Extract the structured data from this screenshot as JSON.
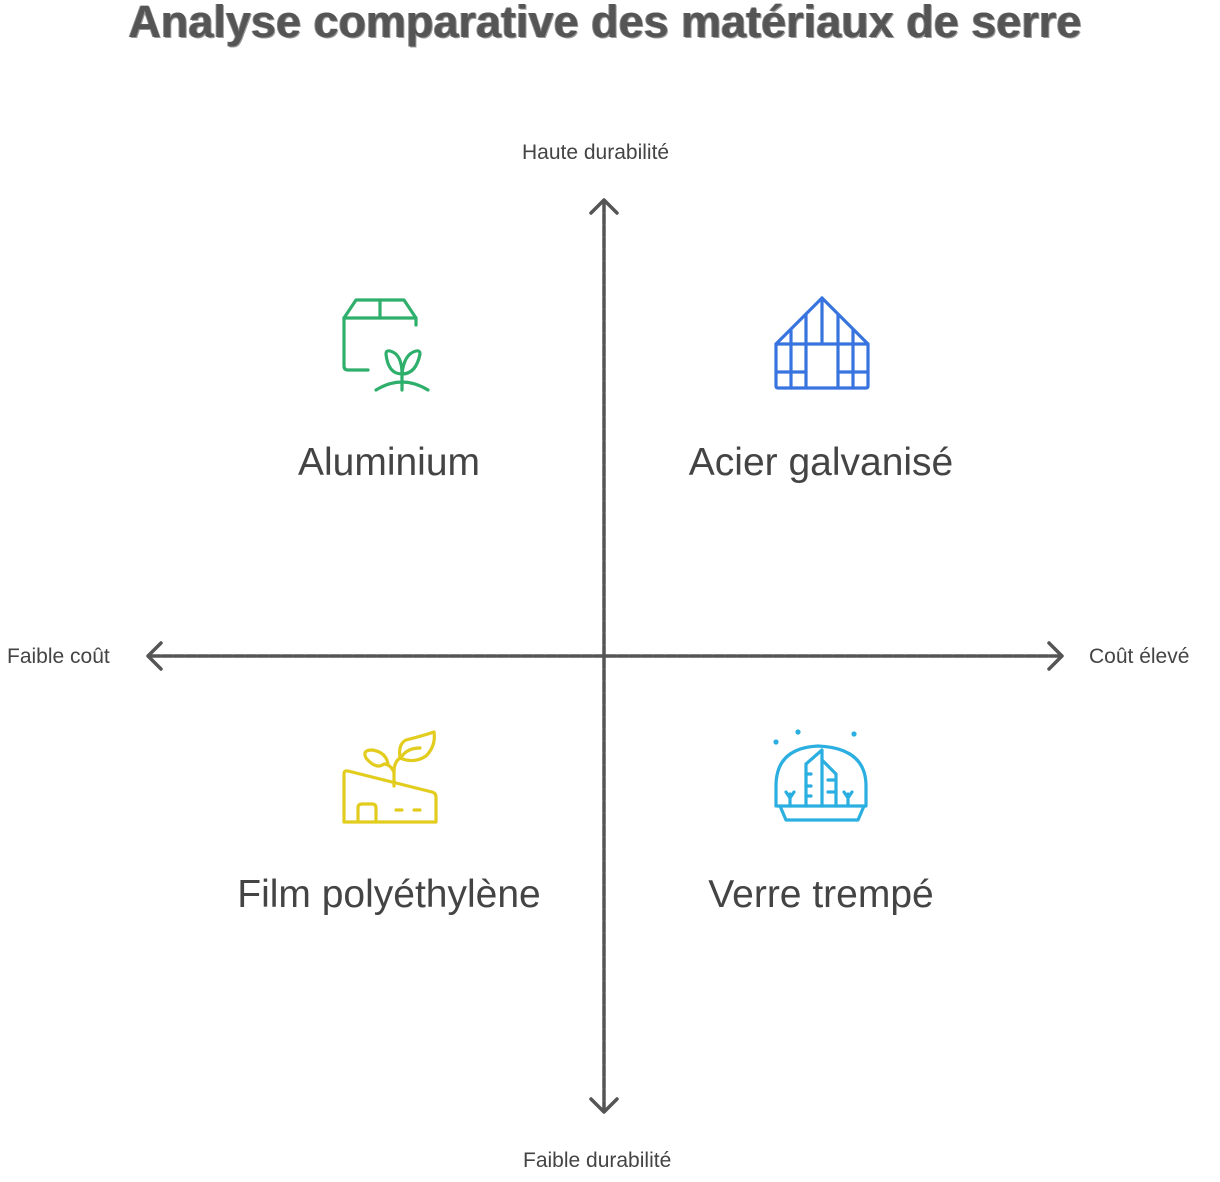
{
  "title": "Analyse comparative des matériaux de serre",
  "axes": {
    "top": "Haute durabilité",
    "bottom": "Faible durabilité",
    "left": "Faible coût",
    "right": "Coût élevé"
  },
  "quadrants": [
    {
      "label": "Aluminium",
      "icon": "greenhouse-box-sprout-icon",
      "color": "#2EAF6B"
    },
    {
      "label": "Acier galvanisé",
      "icon": "greenhouse-frame-icon",
      "color": "#3874E0"
    },
    {
      "label": "Film polyéthylène",
      "icon": "building-leaf-icon",
      "color": "#E2CC1E"
    },
    {
      "label": "Verre trempé",
      "icon": "glass-dome-icon",
      "color": "#2AAFE0"
    }
  ]
}
